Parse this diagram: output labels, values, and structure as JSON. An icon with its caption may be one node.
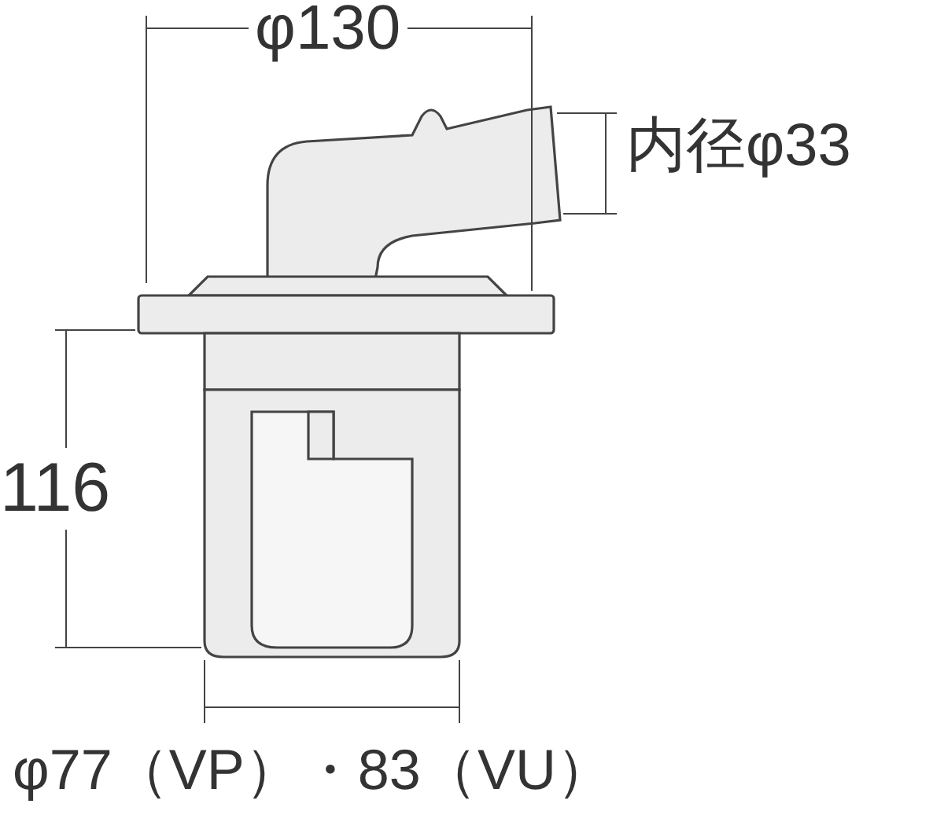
{
  "diagram": {
    "labels": [
      "φ130",
      "内径φ33",
      "116",
      "φ77（VP）・83（VU）"
    ]
  }
}
